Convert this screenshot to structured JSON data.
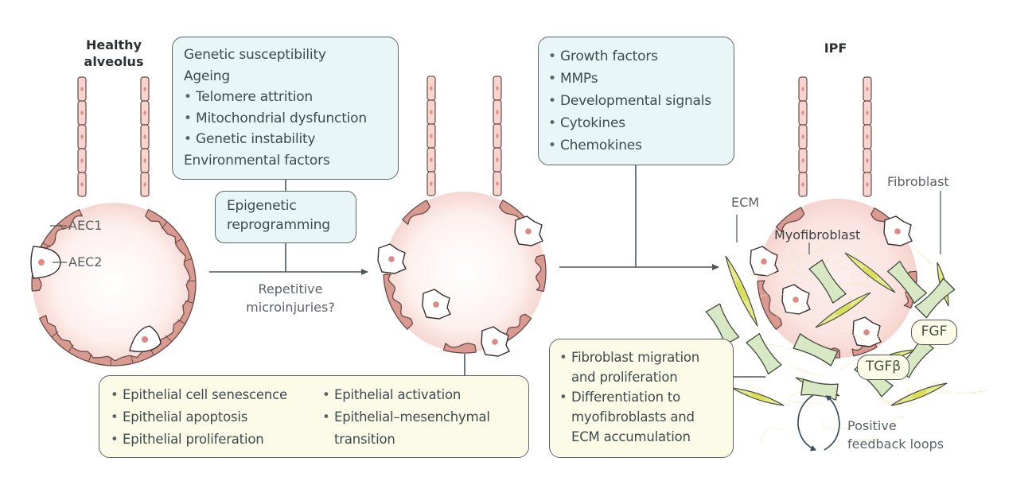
{
  "figure": {
    "stages": [
      {
        "title_line1": "Healthy",
        "title_line2": "alveolus"
      },
      {
        "title_line1": "",
        "title_line2": ""
      },
      {
        "title_line1": "IPF",
        "title_line2": ""
      }
    ],
    "cell_labels": {
      "aec1": "AEC1",
      "aec2": "AEC2",
      "ecm": "ECM",
      "fibroblast": "Fibroblast",
      "myofibroblast": "Myofibroblast"
    },
    "risk_box": {
      "lines": [
        {
          "text": "Genetic susceptibility",
          "bullet": false
        },
        {
          "text": "Ageing",
          "bullet": false
        },
        {
          "text": "Telomere attrition",
          "bullet": true
        },
        {
          "text": "Mitochondrial dysfunction",
          "bullet": true
        },
        {
          "text": "Genetic instability",
          "bullet": true
        },
        {
          "text": "Environmental factors",
          "bullet": false
        }
      ]
    },
    "epigenetic_box": {
      "line1": "Epigenetic",
      "line2": "reprogramming"
    },
    "arrow1_label": {
      "line1": "Repetitive",
      "line2": "microinjuries?"
    },
    "mediators_box": {
      "items": [
        "Growth factors",
        "MMPs",
        "Developmental signals",
        "Cytokines",
        "Chemokines"
      ]
    },
    "epithelial_box": {
      "col1": [
        "Epithelial cell senescence",
        "Epithelial  apoptosis",
        "Epithelial proliferation"
      ],
      "col2": [
        "Epithelial activation",
        "Epithelial–mesenchymal",
        "transition"
      ]
    },
    "fibroblast_box": {
      "items": [
        {
          "text": "Fibroblast migration",
          "bullet": true
        },
        {
          "text": "and proliferation",
          "bullet": false
        },
        {
          "text": "Differentiation to",
          "bullet": true
        },
        {
          "text": "myofibroblasts and",
          "bullet": false
        },
        {
          "text": "ECM accumulation",
          "bullet": false
        }
      ]
    },
    "growth_factor_pills": {
      "fgf": "FGF",
      "tgfb": "TGFβ"
    },
    "feedback_label": {
      "line1": "Positive",
      "line2": "feedback loops"
    },
    "colors": {
      "epithelium": "#d99a92",
      "epithelium_stroke": "#6a4a45",
      "alveolus_fill": "#fbe6e3",
      "blue_box": "#e8f6f8",
      "yellow_box": "#fbfbe8",
      "myofibroblast": "#d8e8c4",
      "fibroblast": "#e6ea8a",
      "connector": "#4d5559"
    }
  }
}
